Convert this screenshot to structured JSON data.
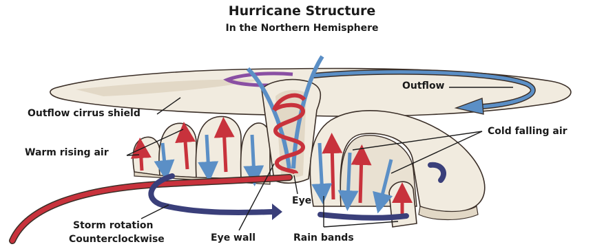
{
  "title": "Hurricane Structure",
  "subtitle": "In the Northern Hemisphere",
  "labels": {
    "outflow": "Outflow",
    "outflow_cirrus_shield": "Outflow cirrus shield",
    "cold_falling_air": "Cold falling air",
    "warm_rising_air": "Warm rising air",
    "eye": "Eye",
    "storm_rotation_line1": "Storm rotation",
    "storm_rotation_line2": "Counterclockwise",
    "eye_wall": "Eye wall",
    "rain_bands": "Rain bands"
  },
  "colors": {
    "cloud_fill": "#f1ebdf",
    "cloud_shade": "#e2d8c6",
    "outline": "#3a2e27",
    "warm_air": "#c8323c",
    "cold_air": "#5b8fc6",
    "outflow_purple": "#8a4fa3",
    "rotation_navy": "#3a3f7a",
    "text": "#1a1a1a"
  }
}
